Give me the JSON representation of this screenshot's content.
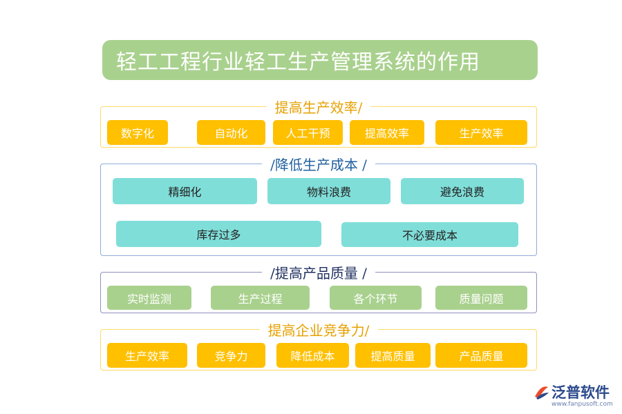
{
  "title": "轻工工程行业轻工生产管理系统的作用",
  "sections": [
    {
      "label": "提高生产效率/",
      "items": [
        "数字化",
        "自动化",
        "人工干预",
        "提高效率",
        "生产效率"
      ]
    },
    {
      "label": "/降低生产成本 /",
      "items": [
        "精细化",
        "物料浪费",
        "避免浪费",
        "库存过多",
        "不必要成本"
      ]
    },
    {
      "label": "/提高产品质量 /",
      "items": [
        "实时监测",
        "生产过程",
        "各个环节",
        "质量问题"
      ]
    },
    {
      "label": "提高企业竞争力/",
      "items": [
        "生产效率",
        "竞争力",
        "降低成本",
        "提高质量",
        "产品质量"
      ]
    }
  ],
  "logo": {
    "text": "泛普软件",
    "url": "www.fanpusoft.com"
  },
  "colors": {
    "yellow": "#ffc000",
    "teal": "#80ded9",
    "green": "#a9d18e"
  }
}
